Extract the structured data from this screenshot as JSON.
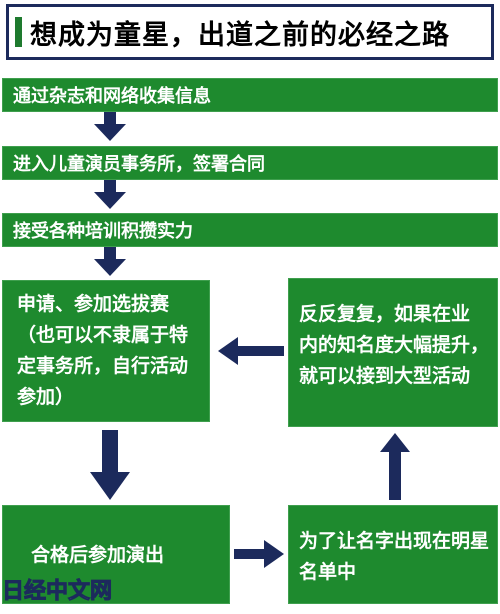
{
  "title": "想成为童星，出道之前的必经之路",
  "steps": {
    "s1": "通过杂志和网络收集信息",
    "s2": "进入儿童演员事务所，签署合同",
    "s3": "接受各种培训积攒实力",
    "s4": "申请、参加选拔赛（也可以不隶属于特定事务所，自行活动参加）",
    "s5": "合格后参加演出",
    "s6": "为了让名字出现在明星名单中",
    "s7": "反反复复，如果在业内的知名度大幅提升，就可以接到大型活动"
  },
  "s4_lines": [
    "申请、参加选拔赛",
    "（也可以不隶属于特",
    "定事务所，自行活动",
    "参加）"
  ],
  "s6_lines": [
    "为了让名字出现在明星",
    "名单中"
  ],
  "s7_lines": [
    "反反复复，如果在业",
    "内的知名度大幅提升，",
    "就可以接到大型活动"
  ],
  "watermark": "日经中文网",
  "colors": {
    "box": "#1e8a2e",
    "arrow": "#1c2a5c",
    "text": "#ffffff"
  }
}
